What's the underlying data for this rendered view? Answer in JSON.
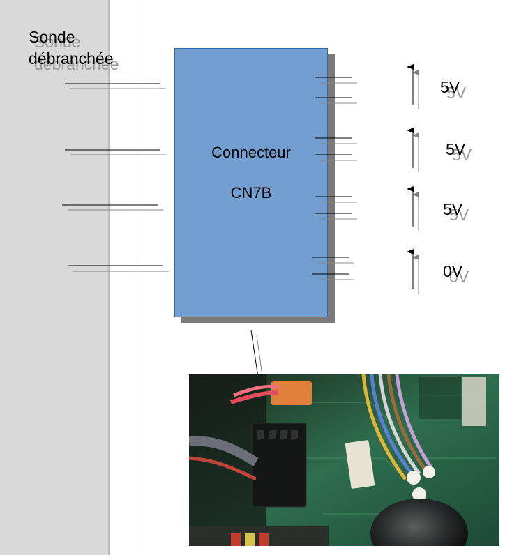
{
  "probe_label": {
    "line1": "Sonde",
    "line2": "débranchée"
  },
  "connector": {
    "line1": "Connecteur",
    "line2": "CN7B"
  },
  "voltages": [
    "5V",
    "5V",
    "5V",
    "0V"
  ],
  "colors": {
    "margin_panel": "#d9d9d9",
    "connector_fill": "#729fcf",
    "connector_border": "#3465a4",
    "connector_shadow": "#7a7a7a"
  }
}
